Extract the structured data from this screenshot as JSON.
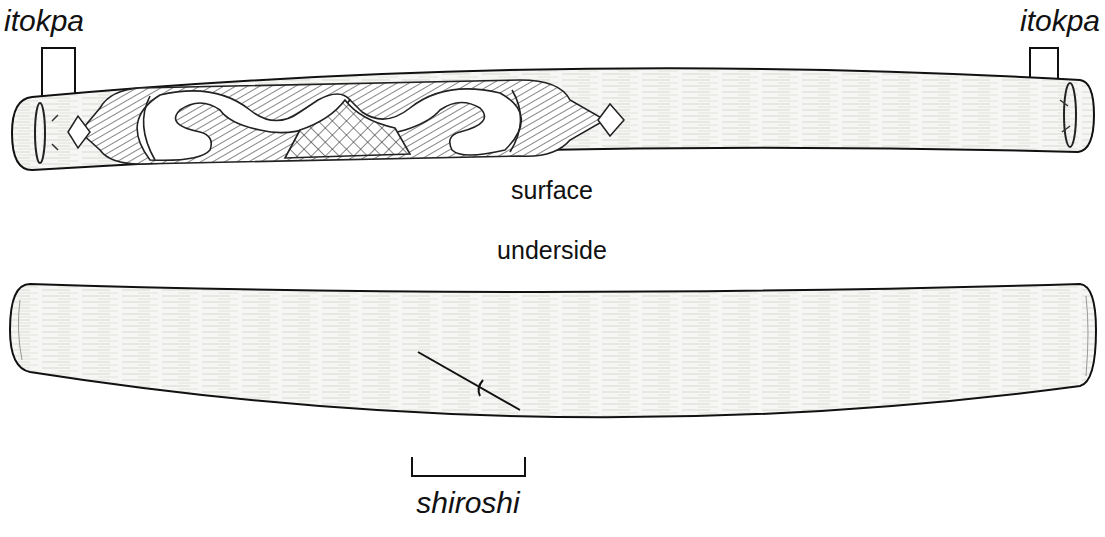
{
  "diagram": {
    "labels": [
      "itokpa",
      "itokpa",
      "surface",
      "underside",
      "shiroshi"
    ]
  }
}
